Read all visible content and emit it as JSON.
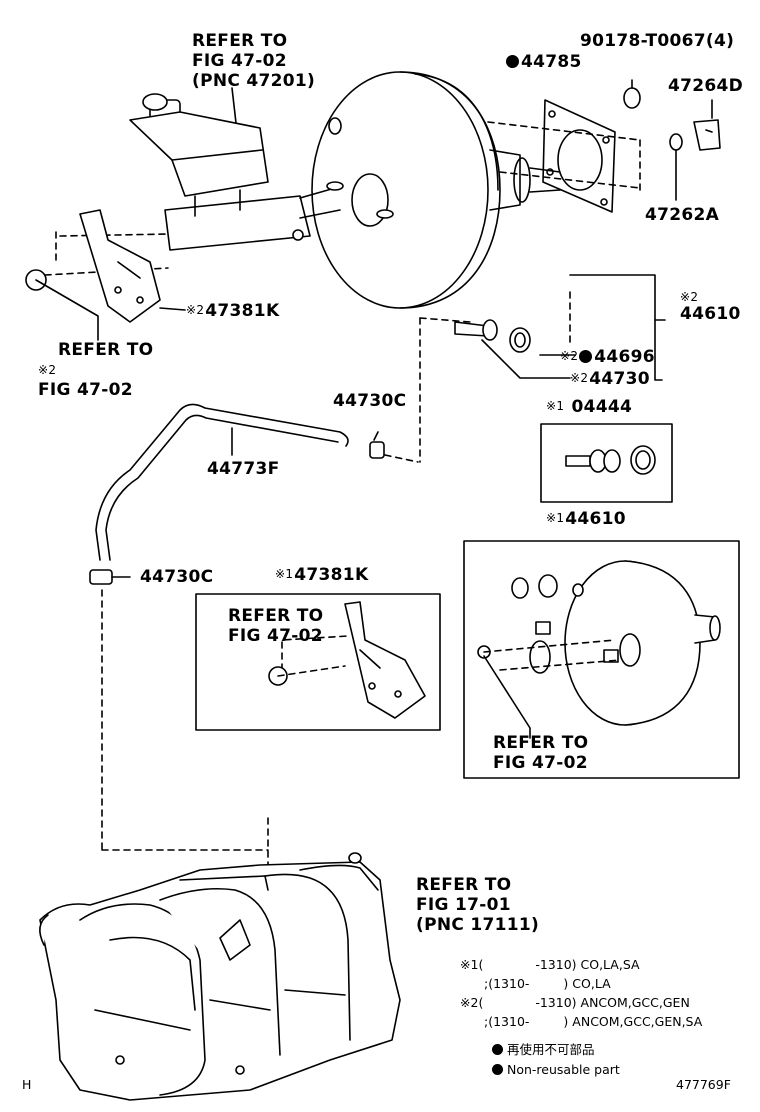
{
  "refs": {
    "master_cylinder": {
      "line1": "REFER TO",
      "line2": "FIG 47-02",
      "line3": "(PNC 47201)"
    },
    "bracket_left": {
      "mark": "※2",
      "line1": "REFER TO",
      "line2": "FIG 47-02"
    },
    "bracket_inset": {
      "line1": "REFER TO",
      "line2": "FIG 47-02"
    },
    "booster_inset": {
      "line1": "REFER TO",
      "line2": "FIG 47-02"
    },
    "manifold": {
      "line1": "REFER TO",
      "line2": "FIG 17-01",
      "line3": "(PNC 17111)"
    }
  },
  "parts": {
    "p90178": "90178-T0067(4)",
    "p44785": "44785",
    "p47264d": "47264D",
    "p47262a": "47262A",
    "p44610_mark": "※2",
    "p44610": "44610",
    "p44696_mark": "※2",
    "p44696": "44696",
    "p44730_mark": "※2",
    "p44730": "44730",
    "p47381k_mark": "※2",
    "p47381k": "47381K",
    "p44730c_top": "44730C",
    "p44773f": "44773F",
    "p44730c_bottom": "44730C",
    "p04444_mark": "※1",
    "p04444": "04444",
    "p44610_inset_mark": "※1",
    "p44610_inset": "44610",
    "p47381k_inset_mark": "※1",
    "p47381k_inset": "47381K"
  },
  "notes": [
    {
      "mark": "※1",
      "paren": "(",
      "range": "-1310)",
      "models": "CO,LA,SA"
    },
    {
      "mark": "",
      "paren": ";(1310-",
      "range": ")",
      "models": "CO,LA"
    },
    {
      "mark": "※2",
      "paren": "(",
      "range": "-1310)",
      "models": "ANCOM,GCC,GEN"
    },
    {
      "mark": "",
      "paren": ";(1310-",
      "range": ")",
      "models": "ANCOM,GCC,GEN,SA"
    }
  ],
  "legend": {
    "non_reusable_jp": "再使用不可部品",
    "non_reusable_en": "Non-reusable part"
  },
  "footer": {
    "left_code": "H",
    "figure_code": "477769F"
  }
}
